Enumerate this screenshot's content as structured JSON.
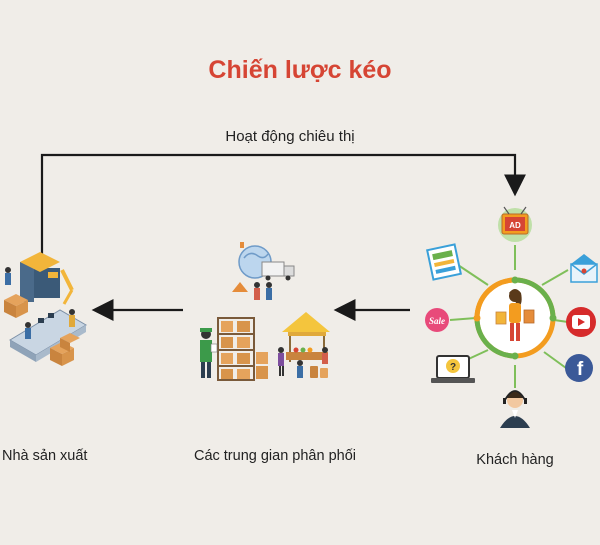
{
  "title": "Chiến lược kéo",
  "flow": {
    "promotion_label": "Hoạt động chiêu thị"
  },
  "nodes": {
    "producer": "Nhà sản xuất",
    "distributor": "Các trung gian phân phối",
    "customer": "Khách hàng"
  },
  "icons": {
    "ad_badge": "AD",
    "sale_tag": "Sale",
    "question_mark": "?",
    "facebook": "f"
  },
  "colors": {
    "title": "#d64534",
    "arrow": "#1a1a1a",
    "ring_orange": "#f39c1f",
    "ring_green": "#6ab04c"
  }
}
